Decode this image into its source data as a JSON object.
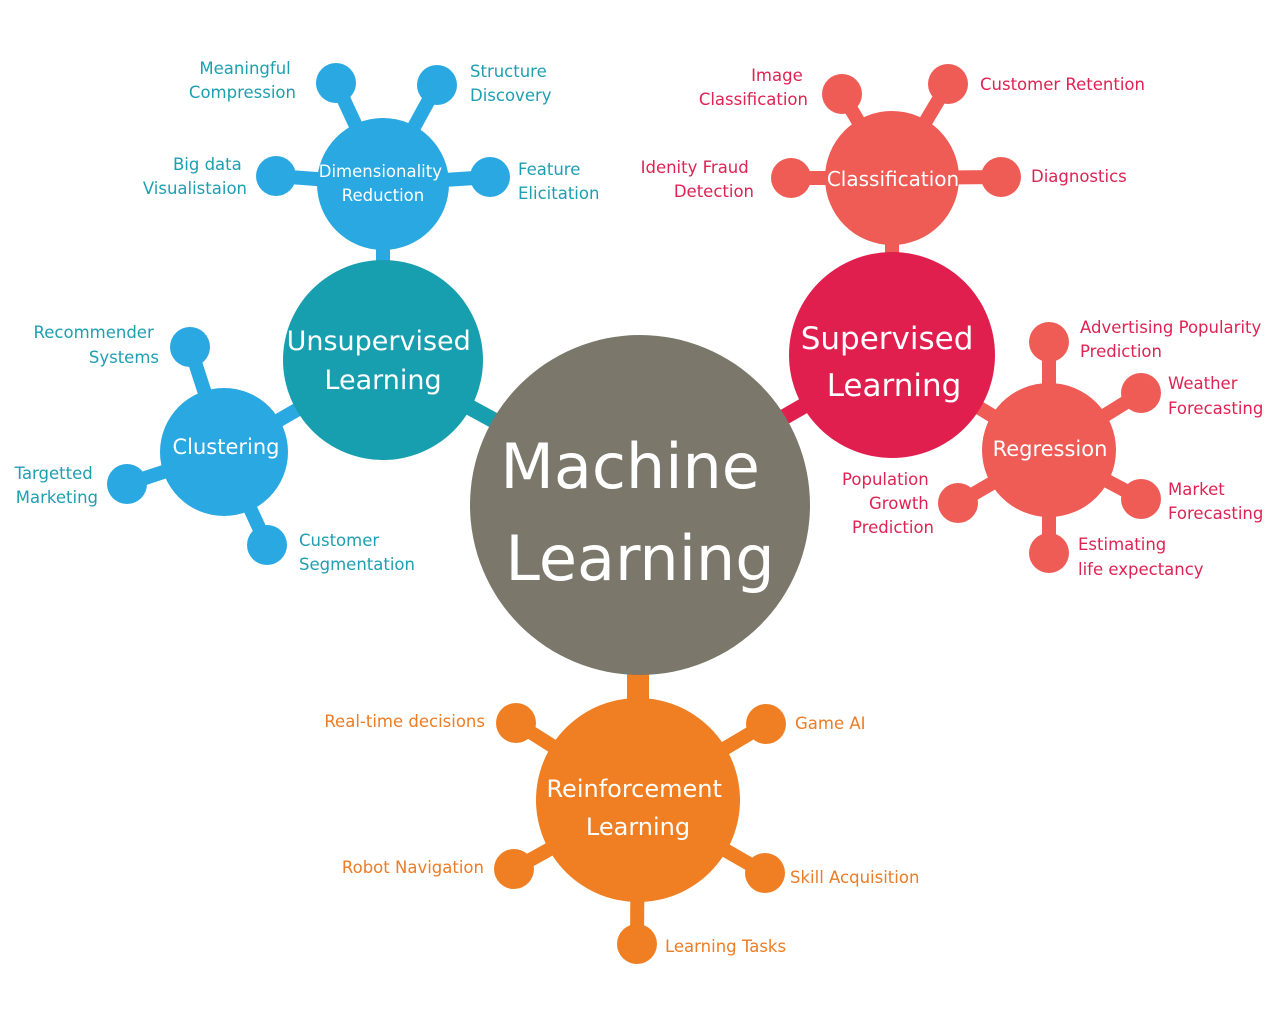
{
  "colors": {
    "center": "#7b776a",
    "unsupervised": "#189faf",
    "unsupervised_sub": "#29a8e1",
    "unsupervised_text": "#1e9fb1",
    "supervised": "#e11f4f",
    "supervised_sub": "#ef5b55",
    "supervised_text": "#de2353",
    "reinforcement": "#ef7f22",
    "reinforcement_text": "#ec7c26"
  },
  "center": {
    "line1": "Machine",
    "line2": "Learning"
  },
  "unsupervised": {
    "title": {
      "line1": "Unsupervised",
      "line2": "Learning"
    },
    "dimensionality": {
      "title": {
        "line1": "Dimensionality",
        "line2": "Reduction"
      },
      "leaves": [
        {
          "line1": "Meaningful",
          "line2": "Compression"
        },
        {
          "line1": "Structure",
          "line2": "Discovery"
        },
        {
          "line1": "Big data",
          "line2": "Visualistaion"
        },
        {
          "line1": "Feature",
          "line2": "Elicitation"
        }
      ]
    },
    "clustering": {
      "title": "Clustering",
      "leaves": [
        {
          "line1": "Recommender",
          "line2": "Systems"
        },
        {
          "line1": "Targetted",
          "line2": "Marketing"
        },
        {
          "line1": "Customer",
          "line2": "Segmentation"
        }
      ]
    }
  },
  "supervised": {
    "title": {
      "line1": "Supervised",
      "line2": "Learning"
    },
    "classification": {
      "title": "Classification",
      "leaves": [
        {
          "line1": "Image",
          "line2": "Classification"
        },
        {
          "line1": "Customer Retention"
        },
        {
          "line1": "Idenity Fraud",
          "line2": "Detection"
        },
        {
          "line1": "Diagnostics"
        }
      ]
    },
    "regression": {
      "title": "Regression",
      "leaves": [
        {
          "line1": "Advertising Popularity",
          "line2": "Prediction"
        },
        {
          "line1": "Weather",
          "line2": "Forecasting"
        },
        {
          "line1": "Population",
          "line2": "Growth",
          "line3": "Prediction"
        },
        {
          "line1": "Market",
          "line2": "Forecasting"
        },
        {
          "line1": "Estimating",
          "line2": "life expectancy"
        }
      ]
    }
  },
  "reinforcement": {
    "title": {
      "line1": "Reinforcement",
      "line2": "Learning"
    },
    "leaves": [
      {
        "line1": "Real-time decisions"
      },
      {
        "line1": "Game AI"
      },
      {
        "line1": "Robot Navigation"
      },
      {
        "line1": "Skill Acquisition"
      },
      {
        "line1": "Learning Tasks"
      }
    ]
  }
}
